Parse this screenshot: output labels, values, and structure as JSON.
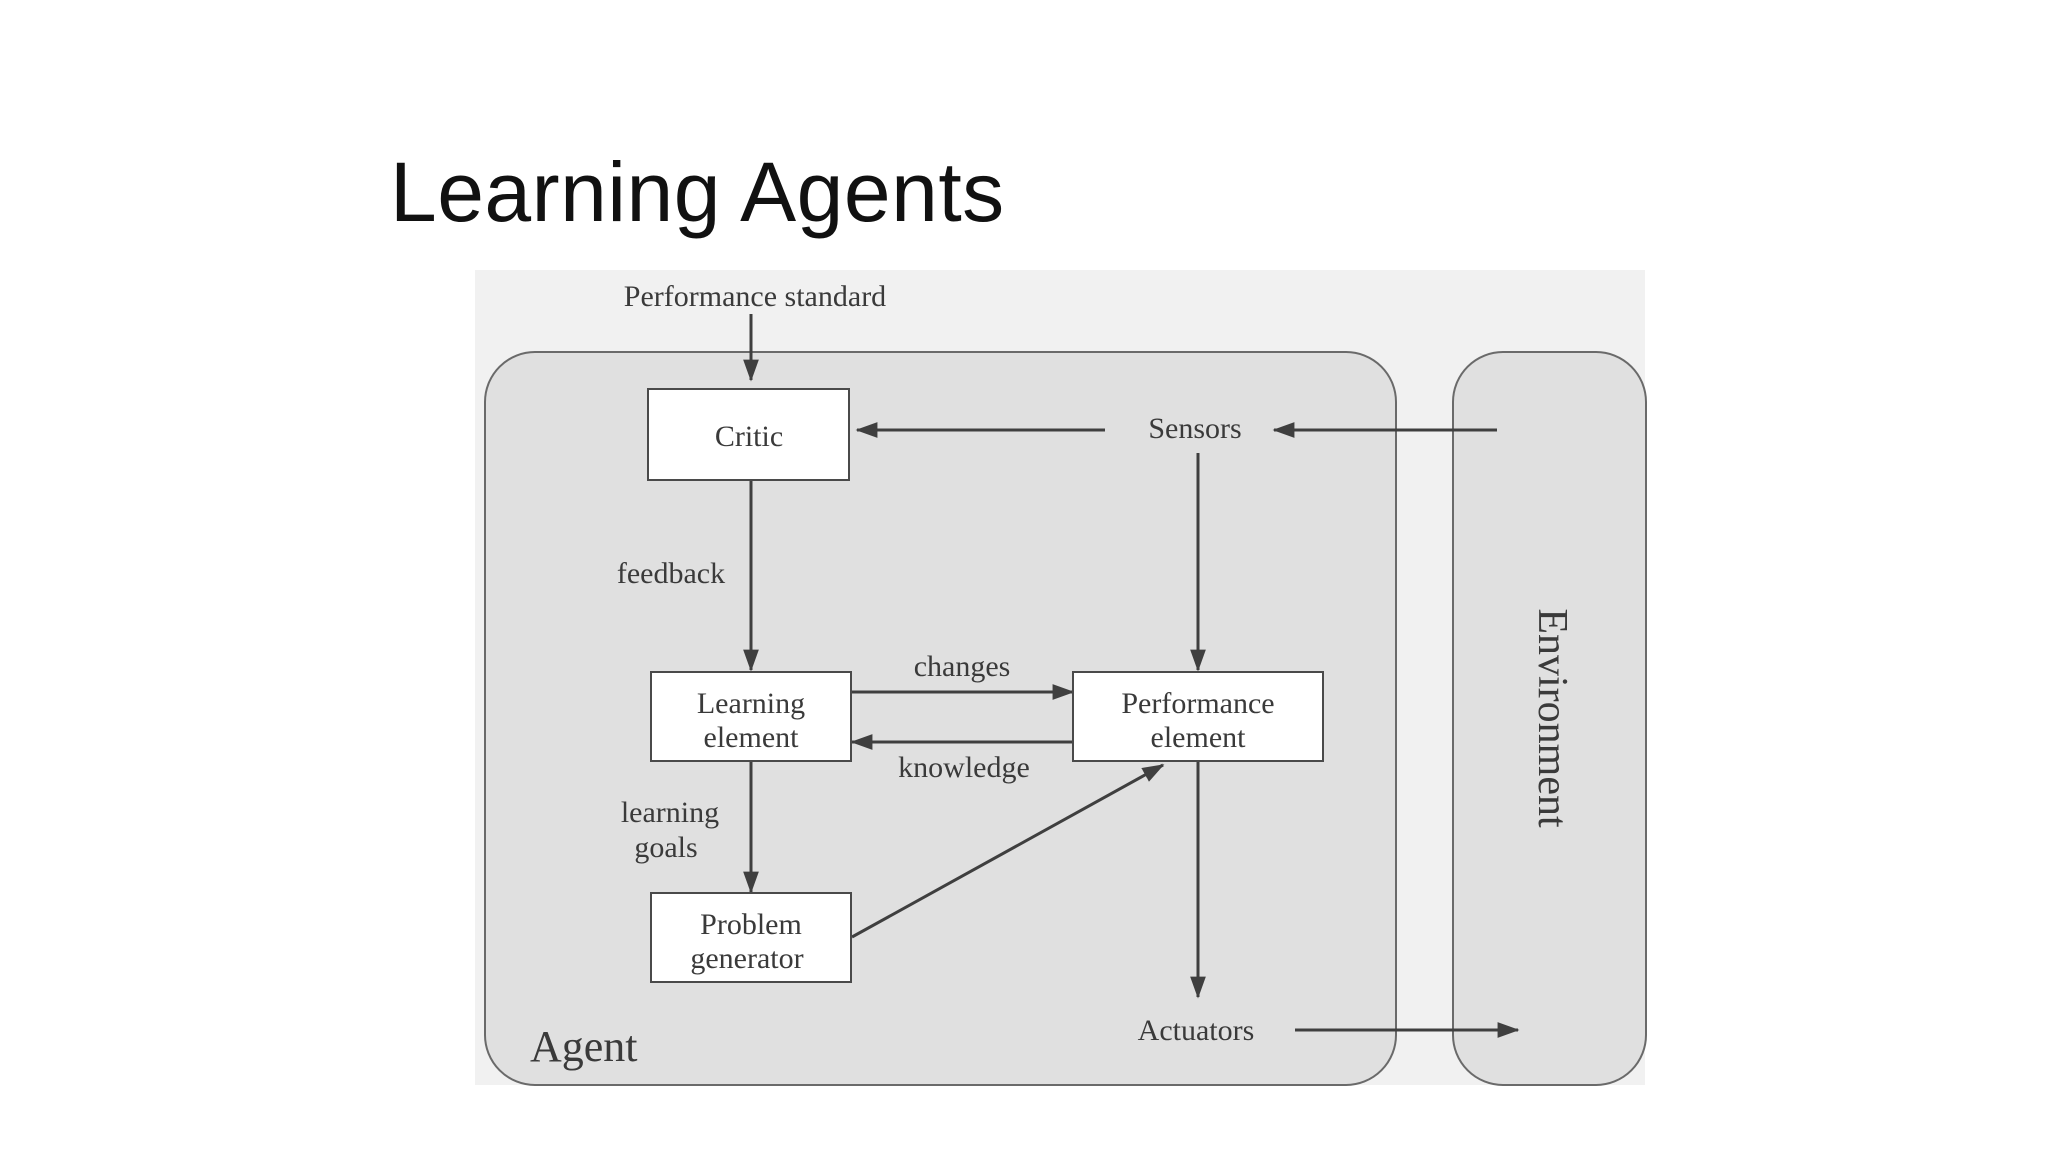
{
  "slide": {
    "title": "Learning Agents"
  },
  "diagram": {
    "performance_standard": "Performance standard",
    "agent_label": "Agent",
    "environment_label": "Environment",
    "sensors": "Sensors",
    "actuators": "Actuators",
    "critic": "Critic",
    "learning_element": [
      "Learning",
      "element"
    ],
    "performance_element": [
      "Performance",
      "element"
    ],
    "problem_generator": [
      "Problem",
      "generator"
    ],
    "feedback": "feedback",
    "changes": "changes",
    "knowledge": "knowledge",
    "learning_goals": [
      "learning",
      "goals"
    ]
  },
  "colors": {
    "panel_fill": "#e0e0e0",
    "panel_stroke": "#6a6a6a",
    "box_fill": "#ffffff",
    "arrow": "#3f3f3f",
    "text": "#3a3a3a"
  }
}
